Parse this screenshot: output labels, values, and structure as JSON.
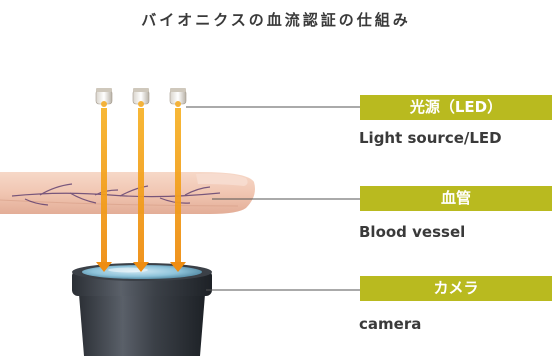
{
  "title": "バイオニクスの血流認証の仕組み",
  "labels": {
    "led_jp": "光源（LED）",
    "led_en": "Light source/LED",
    "vessel_jp": "血管",
    "vessel_en": "Blood vessel",
    "camera_jp": "カメラ",
    "camera_en": "camera"
  },
  "colors": {
    "label_box": "#b9ba1f",
    "beam": "#f2a31c",
    "leader_line": "#555555"
  }
}
